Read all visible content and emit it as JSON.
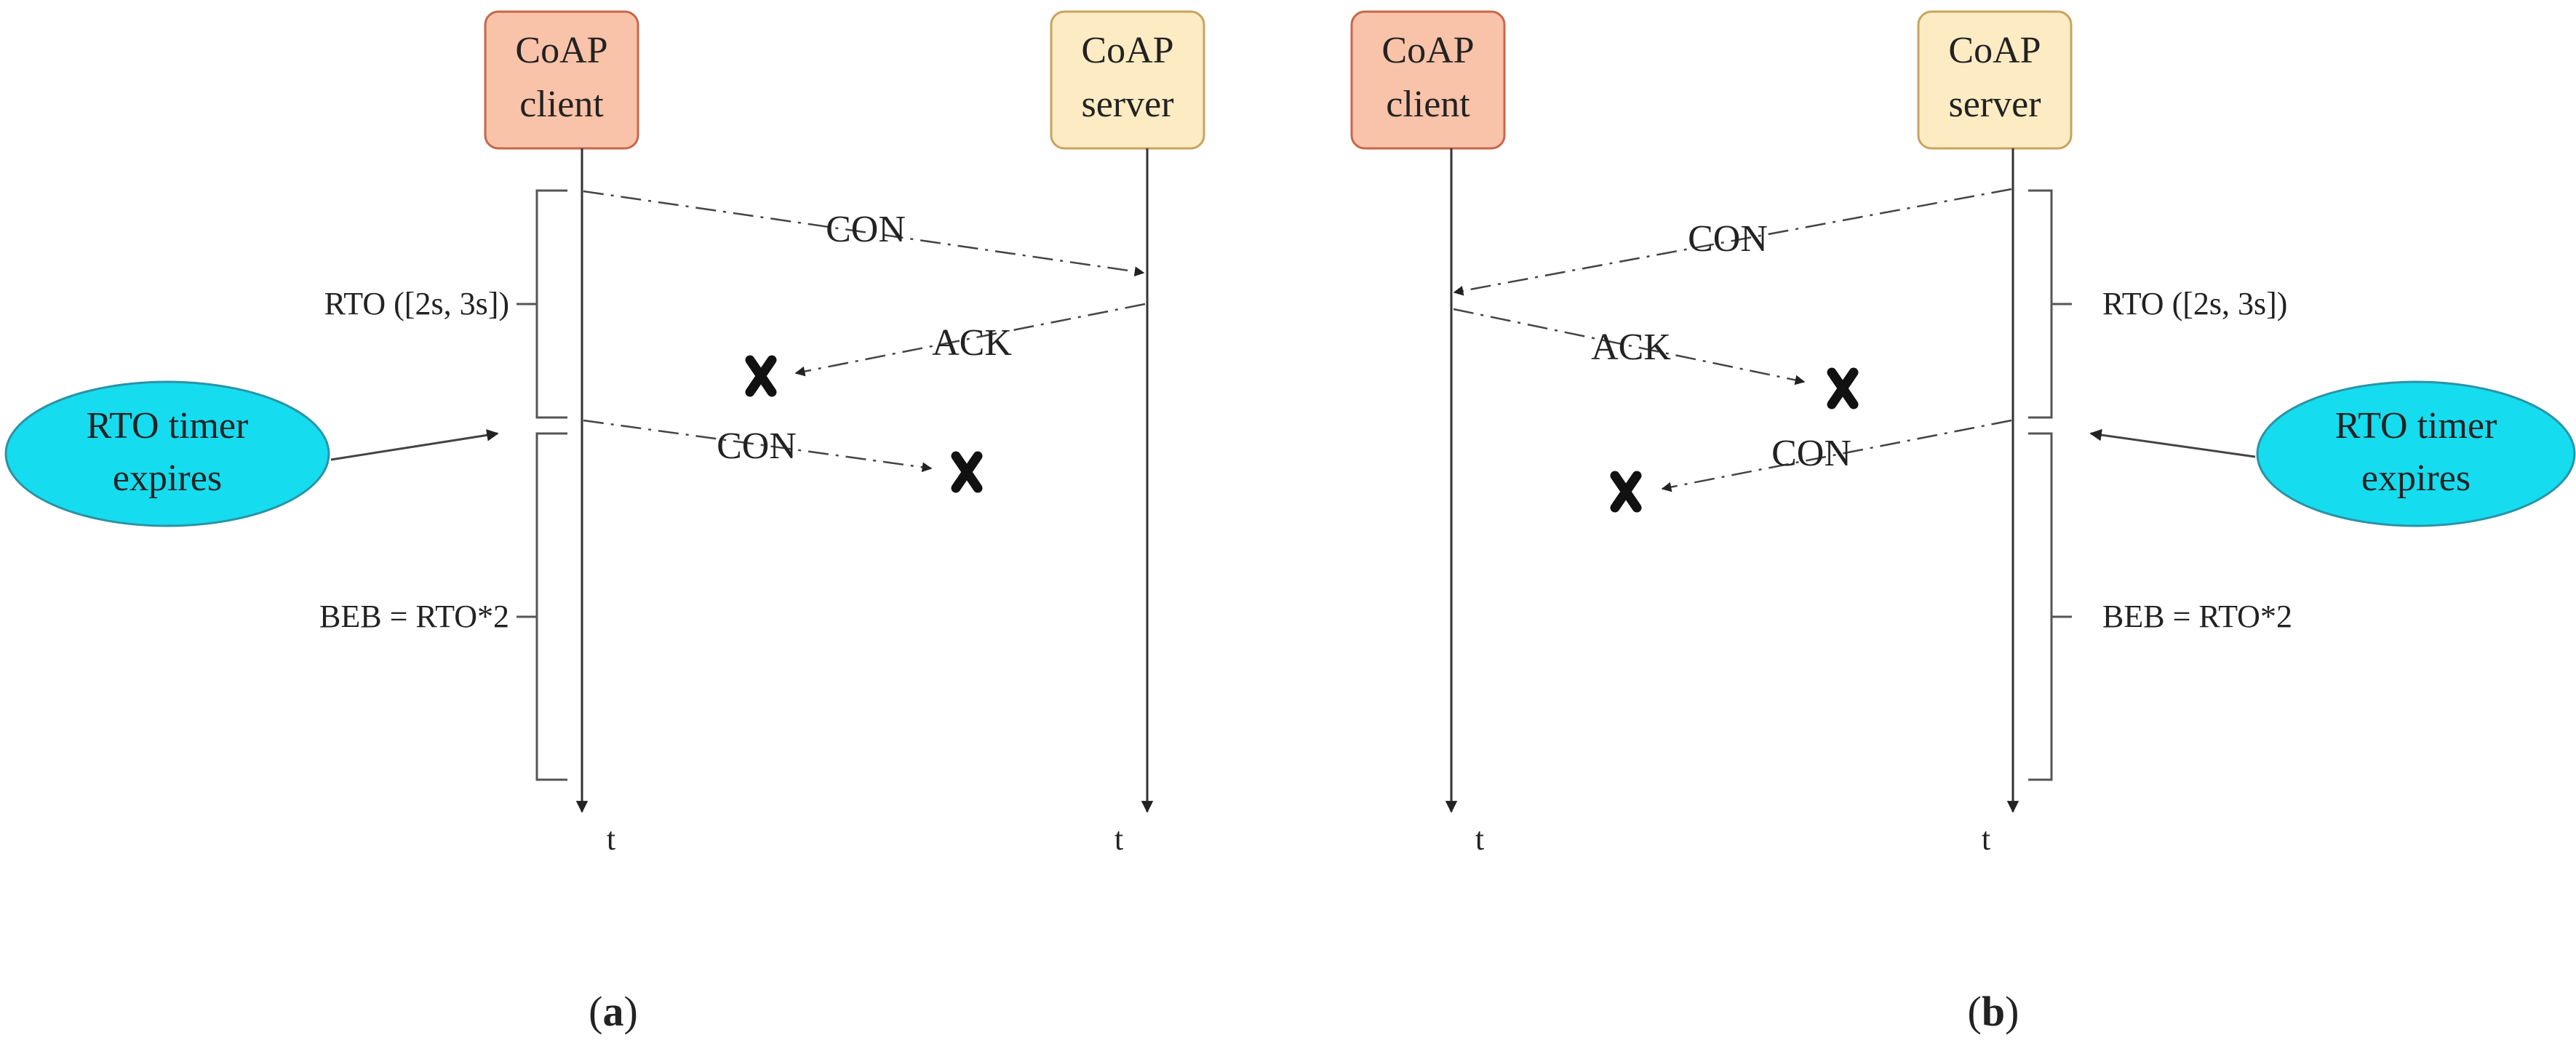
{
  "diagram": {
    "colors": {
      "client_fill": "#f9c3a9",
      "client_stroke": "#c7674a",
      "server_fill": "#fdecc3",
      "server_stroke": "#c8a35e",
      "ellipse_fill": "#16dcef",
      "ellipse_stroke": "#2a93a6"
    },
    "panel_a": {
      "client_label_1": "CoAP",
      "client_label_2": "client",
      "server_label_1": "CoAP",
      "server_label_2": "server",
      "msg_con_1": "CON",
      "msg_ack": "ACK",
      "msg_con_2": "CON",
      "rto_label": "RTO ([2s, 3s])",
      "beb_label": "BEB = RTO*2",
      "timer_label_1": "RTO timer",
      "timer_label_2": "expires",
      "t_client": "t",
      "t_server": "t",
      "caption_open": "(",
      "caption_letter": "a",
      "caption_close": ")"
    },
    "panel_b": {
      "client_label_1": "CoAP",
      "client_label_2": "client",
      "server_label_1": "CoAP",
      "server_label_2": "server",
      "msg_con_1": "CON",
      "msg_ack": "ACK",
      "msg_con_2": "CON",
      "rto_label": "RTO ([2s, 3s])",
      "beb_label": "BEB = RTO*2",
      "timer_label_1": "RTO timer",
      "timer_label_2": "expires",
      "t_client": "t",
      "t_server": "t",
      "caption_open": "(",
      "caption_letter": "b",
      "caption_close": ")"
    }
  }
}
